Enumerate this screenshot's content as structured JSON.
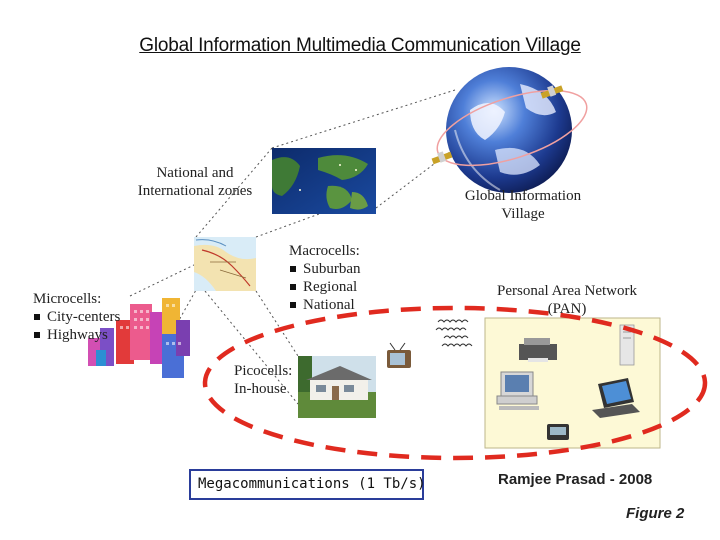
{
  "title": "Global Information Multimedia Communication Village",
  "labels": {
    "national_zones": "National and International zones",
    "global_village": "Global Information Village",
    "macrocells": {
      "heading": "Macrocells:",
      "items": [
        "Suburban",
        "Regional",
        "National"
      ]
    },
    "microcells": {
      "heading": "Microcells:",
      "items": [
        "City-centers",
        "Highways"
      ]
    },
    "pan": "Personal Area Network (PAN)",
    "picocells": "Picocells: In-house"
  },
  "megacommunications": "Megacommunications (1 Tb/s)",
  "credit": "Ramjee Prasad - 2008",
  "figure_label": "Figure 2",
  "colors": {
    "dashed_ellipse": "#e02a1f",
    "mega_border": "#2a3d9a",
    "pan_box": "#fdf9d6"
  },
  "icons": [
    "earth-globe",
    "satellite",
    "world-map",
    "regional-map",
    "city-buildings",
    "house",
    "television",
    "laptop",
    "desktop-computer",
    "printer",
    "pda",
    "radio-waves"
  ]
}
